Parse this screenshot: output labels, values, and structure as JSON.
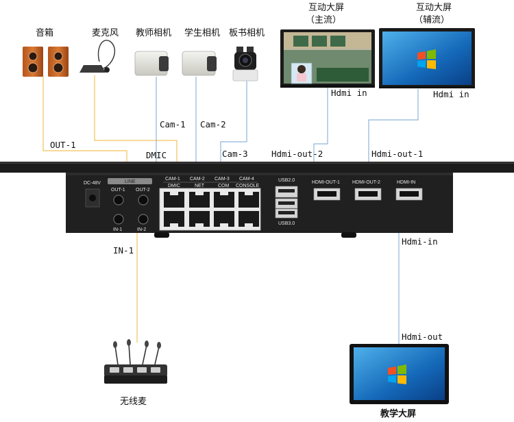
{
  "devices": {
    "speaker": "音箱",
    "microphone": "麦克风",
    "teacher_camera": "教师相机",
    "student_camera": "学生相机",
    "board_camera": "板书相机",
    "screen_main": {
      "line1": "互动大屏",
      "line2": "（主流）"
    },
    "screen_aux": {
      "line1": "互动大屏",
      "line2": "（辅流）"
    },
    "wireless_mic": "无线麦",
    "teaching_screen": "教学大屏"
  },
  "connections": {
    "out1": "OUT-1",
    "dmic": "DMIC",
    "cam1": "Cam-1",
    "cam2": "Cam-2",
    "cam3": "Cam-3",
    "hdmi_out2": "Hdmi-out-2",
    "hdmi_out1": "Hdmi-out-1",
    "hdmi_in_main": "Hdmi in",
    "hdmi_in_aux": "Hdmi in",
    "in1": "IN-1",
    "hdmi_in_device": "Hdmi-in",
    "hdmi_out_teaching": "Hdmi-out"
  },
  "panel": {
    "dc": "DC-48V",
    "line": "LINE",
    "out1": "OUT-1",
    "out2": "OUT-2",
    "in1": "IN-1",
    "in2": "IN-2",
    "top_ports": [
      "CAM-1",
      "CAM-2",
      "CAM-3",
      "CAM-4"
    ],
    "bottom_ports": [
      "DMIC",
      "NET",
      "COM",
      "CONSOLE"
    ],
    "usb2": "USB2.0",
    "usb3": "USB3.0",
    "hdmi_ports": [
      "HDMI-OUT-1",
      "HDMI-OUT-2",
      "HDMI-IN"
    ]
  }
}
